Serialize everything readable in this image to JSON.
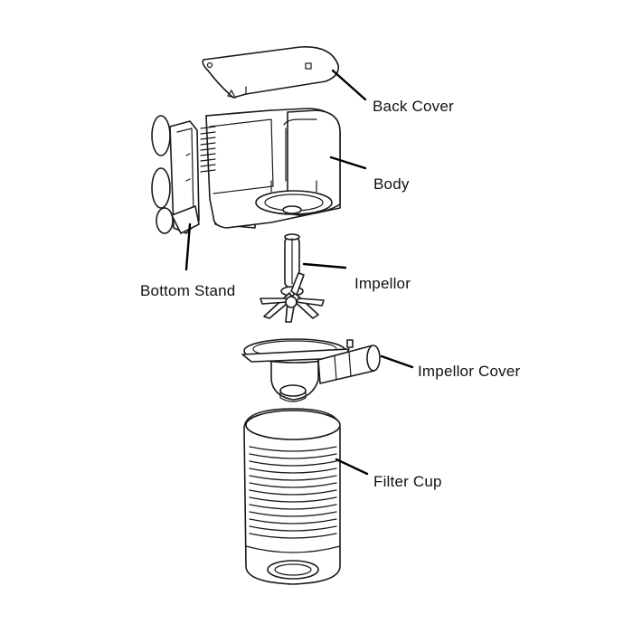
{
  "labels": {
    "back_cover": "Back Cover",
    "body": "Body",
    "bottom_stand": "Bottom Stand",
    "impellor": "Impellor",
    "impellor_cover": "Impellor Cover",
    "filter_cup": "Filter Cup"
  },
  "colors": {
    "line": "#1a1a1a",
    "background": "#ffffff"
  }
}
